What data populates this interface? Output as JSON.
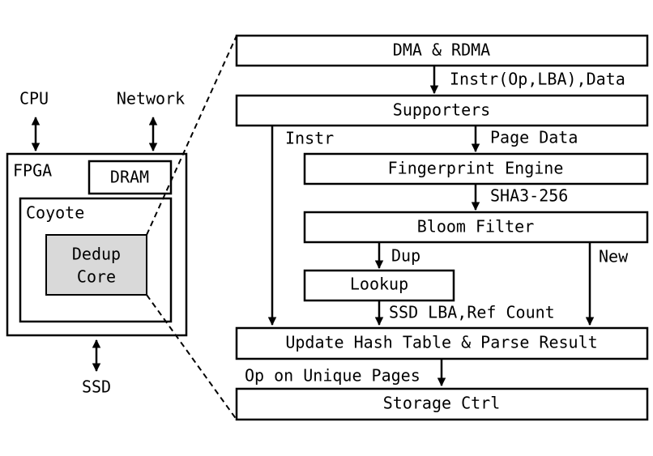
{
  "left": {
    "cpu": "CPU",
    "network": "Network",
    "fpga": "FPGA",
    "dram": "DRAM",
    "coyote": "Coyote",
    "dedup_line1": "Dedup",
    "dedup_line2": "Core",
    "ssd": "SSD"
  },
  "pipeline": {
    "dma": "DMA & RDMA",
    "instr_op_lba_data": "Instr(Op,LBA),Data",
    "supporters": "Supporters",
    "instr": "Instr",
    "page_data": "Page Data",
    "fingerprint": "Fingerprint Engine",
    "sha": "SHA3-256",
    "bloom": "Bloom Filter",
    "dup": "Dup",
    "new": "New",
    "lookup": "Lookup",
    "ssd_lba_ref": "SSD LBA,Ref Count",
    "update": "Update Hash Table & Parse Result",
    "op_unique": "Op on Unique Pages",
    "storage": "Storage Ctrl"
  },
  "colors": {
    "dedup_fill": "#d9d9d9",
    "stroke": "#000000"
  }
}
